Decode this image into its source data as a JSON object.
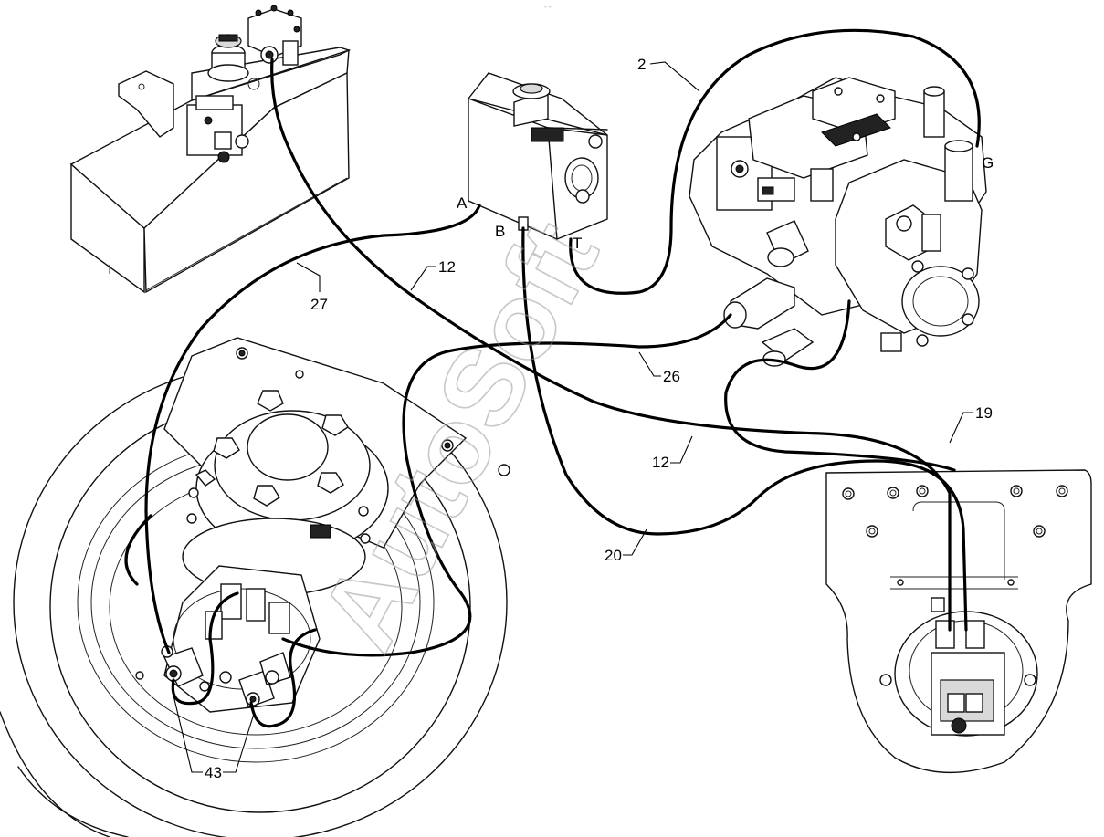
{
  "callouts": {
    "c2": "2",
    "c12a": "12",
    "c12b": "12",
    "c19": "19",
    "c20": "20",
    "c26": "26",
    "c27": "27",
    "c43": "43"
  },
  "ports": {
    "a": "A",
    "b": "B",
    "t": "T",
    "g": "G"
  },
  "watermark": "AutoSoft",
  "header_mark": "- -"
}
